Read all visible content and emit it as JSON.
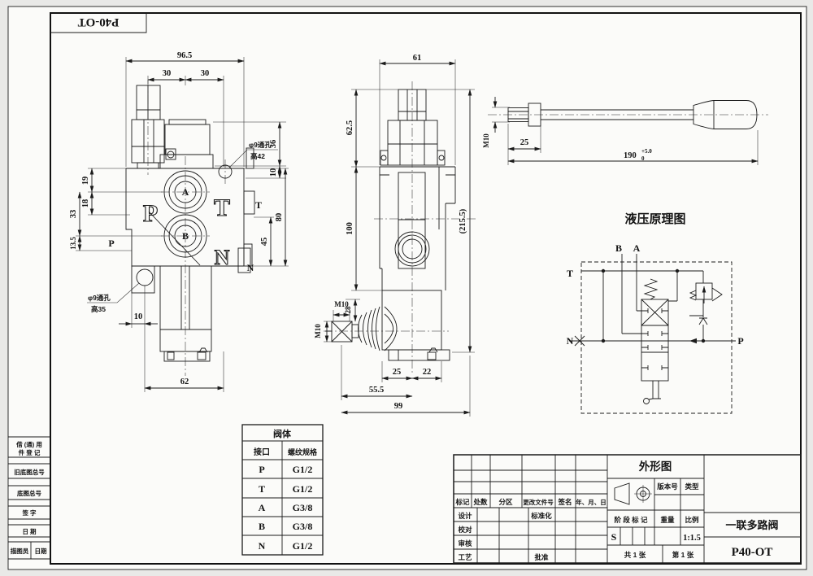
{
  "frame": {
    "corner_code": "P40-OT"
  },
  "front_view": {
    "dims": {
      "total_width": "96.5",
      "left_30": "30",
      "right_30": "30",
      "d19": "19",
      "d18": "18",
      "d33": "33",
      "d13_5": "13.5",
      "d36": "36",
      "d10_top": "10",
      "d80": "80",
      "d45": "45",
      "d10_bottom": "10",
      "d62": "62"
    },
    "notes": {
      "hole_top_1": "φ9通孔",
      "hole_top_2": "高42",
      "hole_bottom_1": "φ9通孔",
      "hole_bottom_2": "高35"
    },
    "ports": {
      "a": "A",
      "b": "B",
      "p_cast": "P",
      "t_cast": "T",
      "n_cast": "N",
      "p_ref": "P",
      "t_ref": "T",
      "n_ref": "N"
    }
  },
  "side_view": {
    "dims": {
      "d61": "61",
      "d62_5": "62.5",
      "d100": "100",
      "d215_5": "(215.5)",
      "d28": "28",
      "d25": "25",
      "d22": "22",
      "d55_5": "55.5",
      "d99": "99",
      "m10_stud": "M10",
      "m10_pin": "M10"
    }
  },
  "handle_view": {
    "dims": {
      "m10": "M10",
      "d25": "25",
      "d190": "190",
      "tol_upper": "+5.0",
      "tol_lower": "0"
    }
  },
  "schematic": {
    "title": "液压原理图",
    "ports": {
      "b": "B",
      "a": "A",
      "t": "T",
      "n": "N",
      "p": "P"
    }
  },
  "port_table": {
    "title": "阀体",
    "headers": {
      "port": "接口",
      "spec": "螺纹规格"
    },
    "rows": [
      {
        "port": "P",
        "spec": "G1/2"
      },
      {
        "port": "T",
        "spec": "G1/2"
      },
      {
        "port": "A",
        "spec": "G3/8"
      },
      {
        "port": "B",
        "spec": "G3/8"
      },
      {
        "port": "N",
        "spec": "G1/2"
      }
    ]
  },
  "title_block": {
    "view_label": "外形图",
    "rev_cols": {
      "mark": "标记",
      "count": "处数",
      "zone": "分区",
      "doc_no": "更改文件号",
      "sign": "签名",
      "date": "年、月、日"
    },
    "roles": {
      "design": "设计",
      "check": "校对",
      "audit": "审核",
      "process": "工艺",
      "standard": "标准化",
      "approve": "批准"
    },
    "meta": {
      "version": "版本号",
      "type": "类型",
      "stage": "阶 段 标 记",
      "weight": "重量",
      "scale": "比例",
      "stage_value": "S",
      "scale_value": "1:1.5",
      "sheets": "共 1 张",
      "sheet_no": "第 1 张"
    },
    "product_name": "一联多路阀",
    "drawing_no": "P40-OT"
  },
  "margin_strip": {
    "borrow_1": "借 (通) 用",
    "borrow_2": "件 登 记",
    "old_master_no": "旧底图总号",
    "master_no": "底图总号",
    "sign": "签 字",
    "date": "日 期",
    "tracer": "描图员",
    "tracer_date": "日期"
  }
}
